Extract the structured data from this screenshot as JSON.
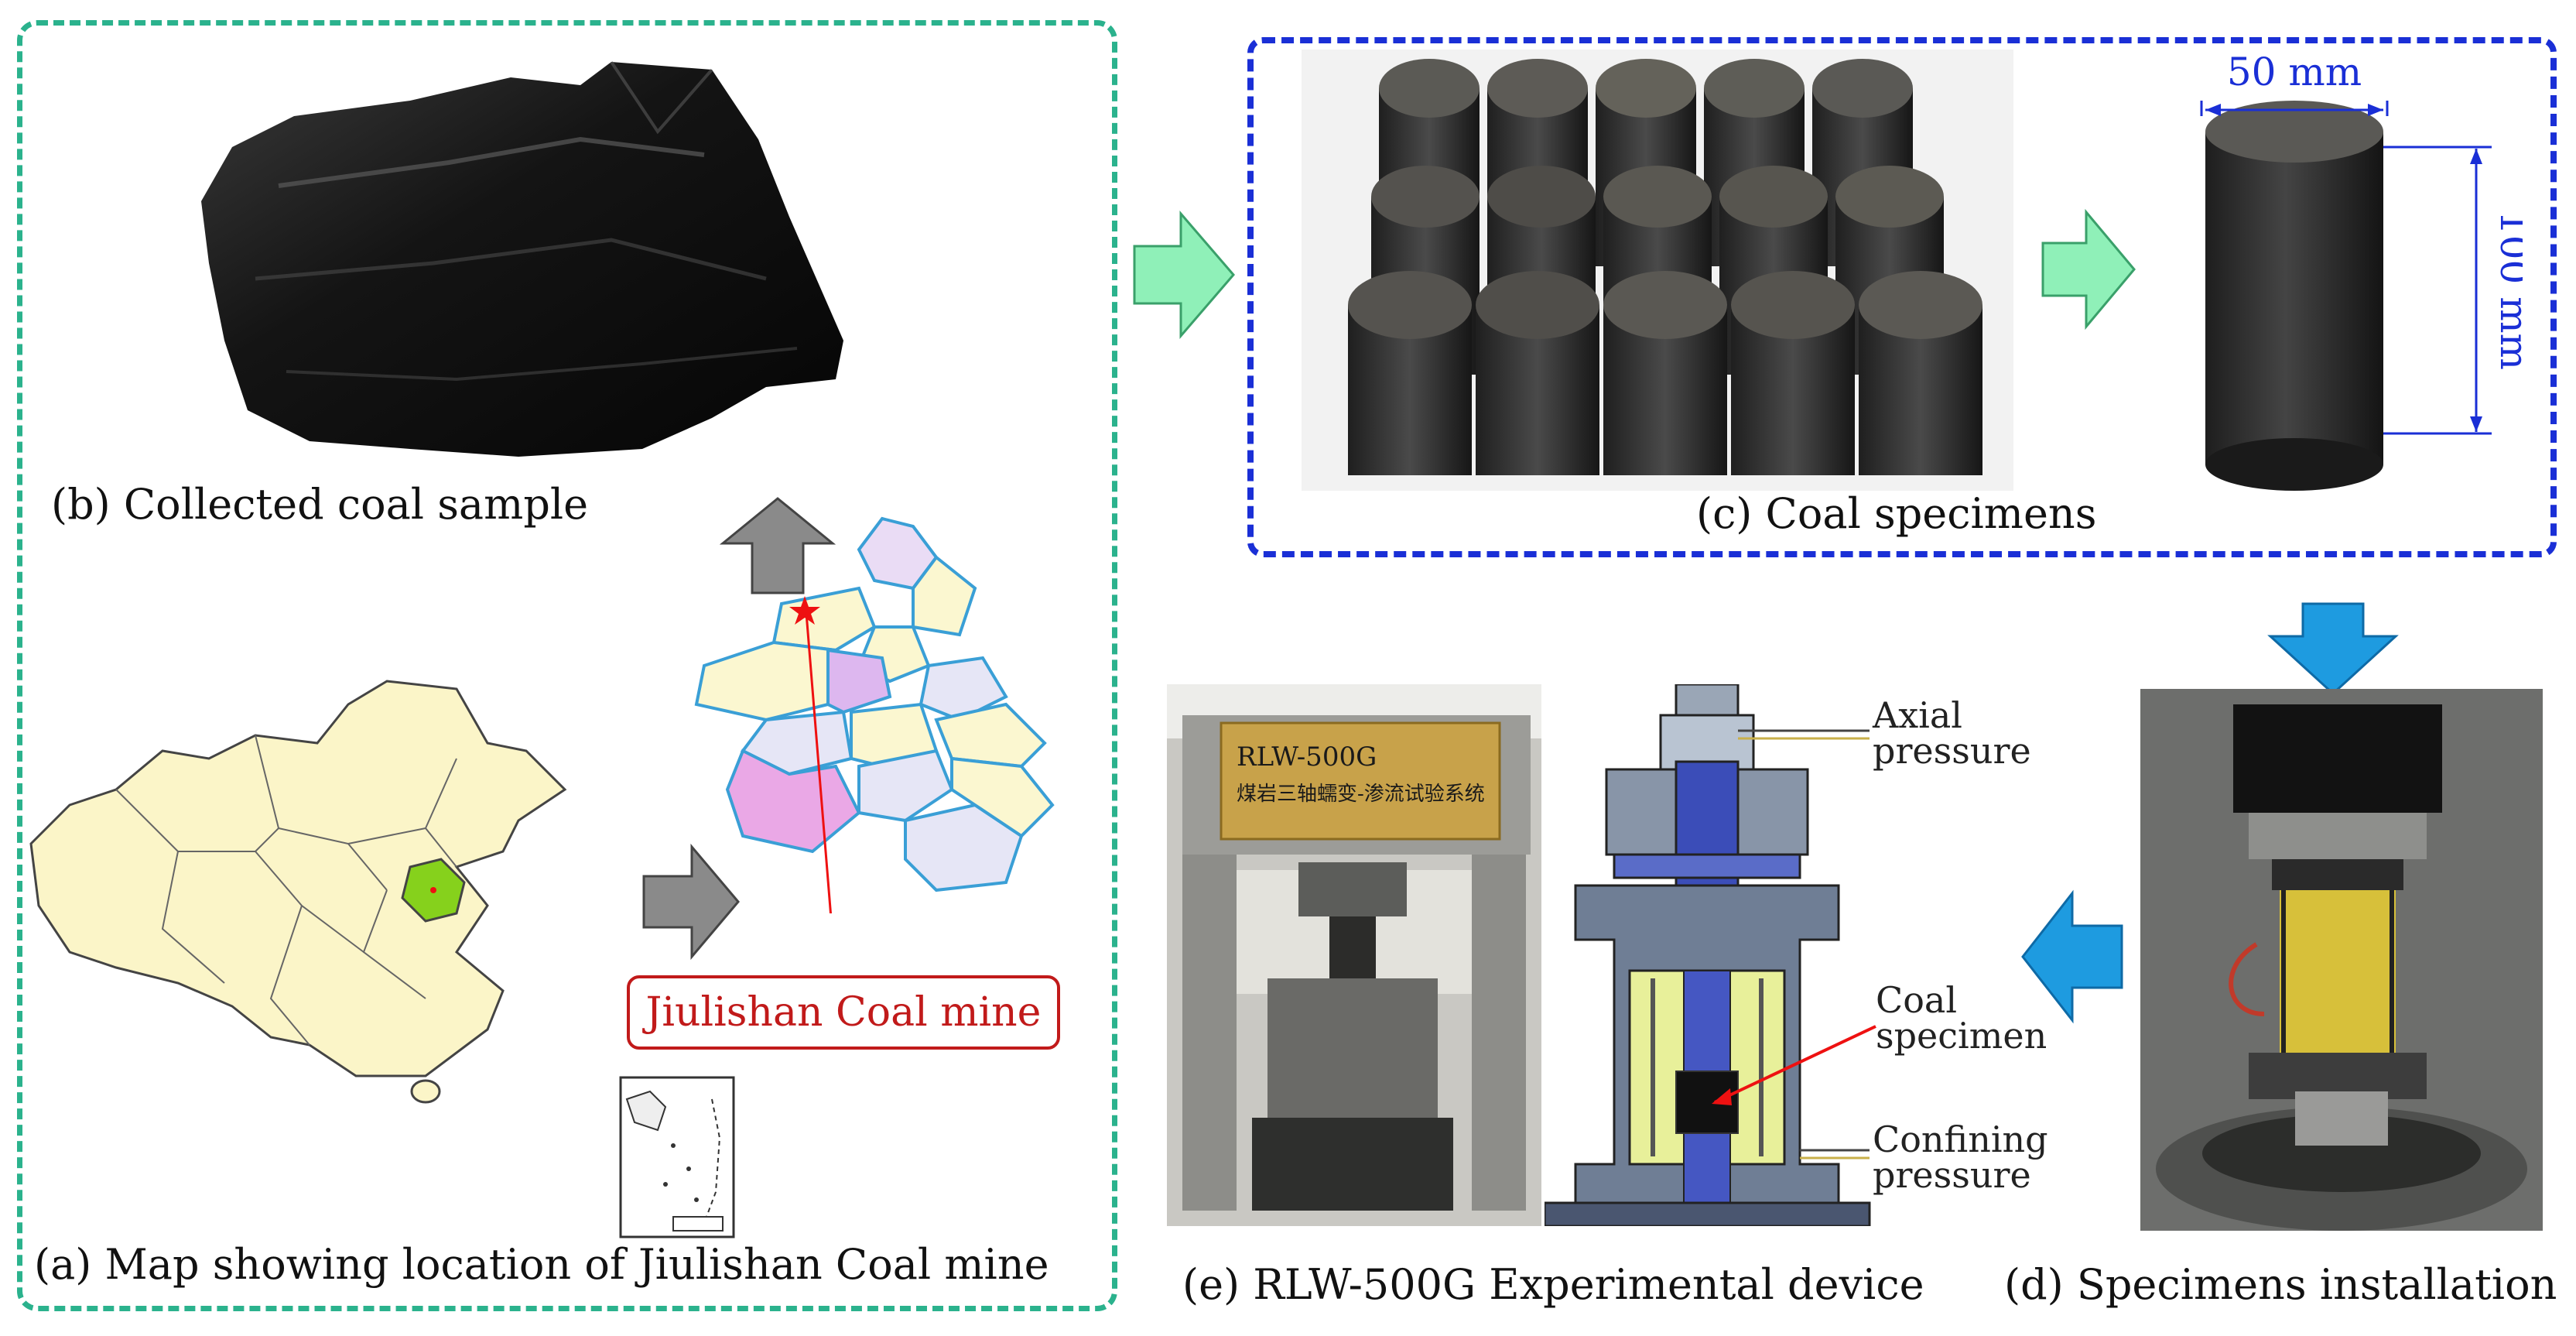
{
  "captions": {
    "a": "(a) Map showing location of Jiulishan Coal mine",
    "b": "(b) Collected coal sample",
    "c": "(c) Coal specimens",
    "d": "(d) Specimens installation",
    "e": "(e) RLW-500G Experimental device"
  },
  "mine_label": "Jiulishan Coal mine",
  "specimen_dims": {
    "diameter": "50 mm",
    "height": "100 mm"
  },
  "device_plate": {
    "model": "RLW-500G",
    "system_name": "煤岩三轴蠕变-渗流试验系统"
  },
  "schematic_labels": {
    "axial_1": "Axial",
    "axial_2": "pressure",
    "coal_1": "Coal",
    "coal_2": "specimen",
    "confining_1": "Confining",
    "confining_2": "pressure"
  },
  "colors": {
    "green_frame": "#2bb28d",
    "blue_frame": "#1a2fd6",
    "arrow_green": "#8ff0b8",
    "arrow_blue": "#1e9be0",
    "arrow_gray": "#8a8a8a",
    "highlight_red": "#c11a1a"
  }
}
